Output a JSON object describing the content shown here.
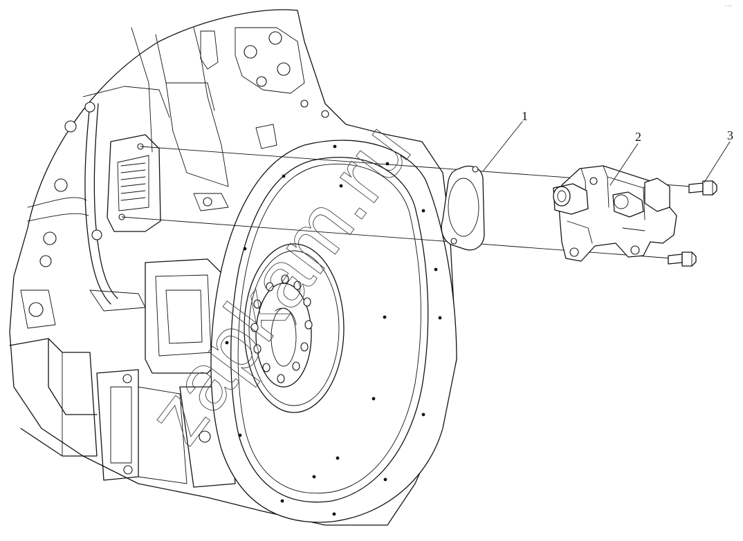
{
  "diagram": {
    "callouts": [
      {
        "id": "gasket",
        "label": "1"
      },
      {
        "id": "pump",
        "label": "2"
      },
      {
        "id": "bolt",
        "label": "3"
      }
    ],
    "watermark": "zapkam.ru",
    "corner_mark": "-- ---"
  }
}
